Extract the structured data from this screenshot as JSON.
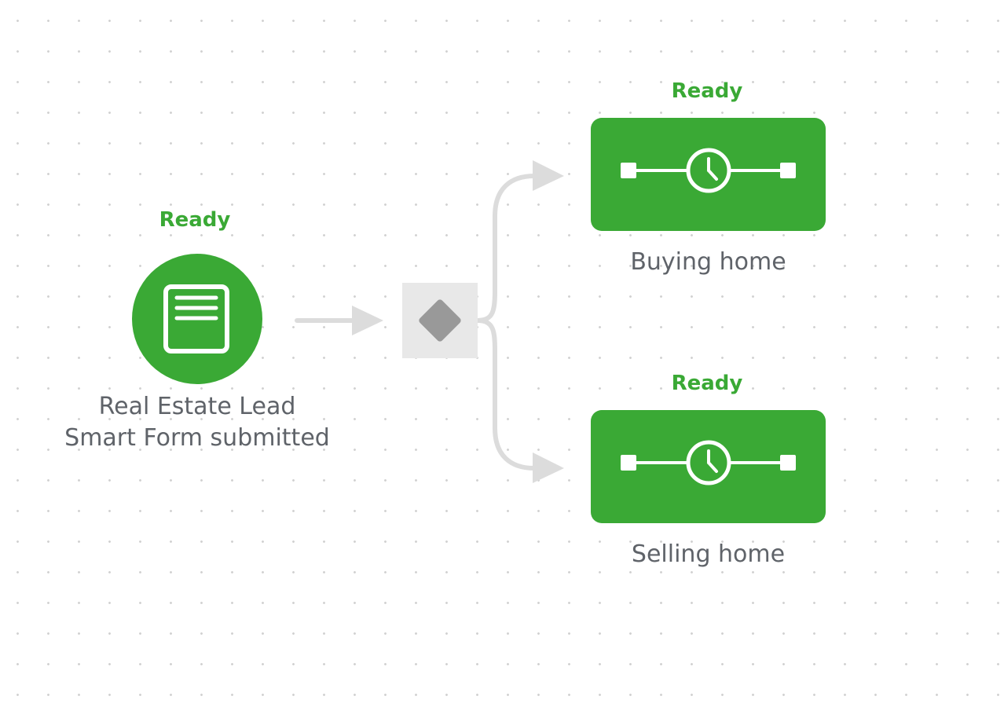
{
  "workflow": {
    "trigger": {
      "status": "Ready",
      "label_line1": "Real Estate Lead",
      "label_line2": "Smart Form submitted",
      "icon": "form-icon"
    },
    "branch": {
      "icon": "diamond-icon"
    },
    "actions": [
      {
        "status": "Ready",
        "label": "Buying home",
        "icon": "delay-clock-icon"
      },
      {
        "status": "Ready",
        "label": "Selling home",
        "icon": "delay-clock-icon"
      }
    ]
  },
  "colors": {
    "accent": "#3aa935",
    "label": "#5f6369",
    "connector": "#dcdcdc",
    "branch_bg": "#e8e8e8",
    "branch_diamond": "#999999",
    "grid_dot": "#d2d2d2"
  }
}
